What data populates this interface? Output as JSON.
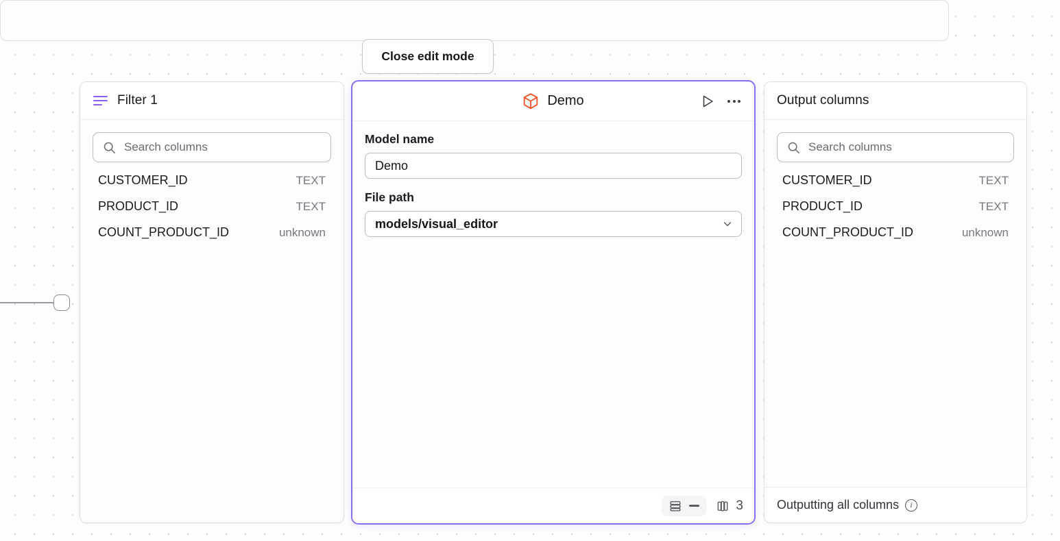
{
  "canvas": {
    "edge": {
      "handle_name": "connection-handle"
    }
  },
  "toolbar": {
    "close_edit_mode_label": "Close edit mode"
  },
  "filter_panel": {
    "title": "Filter 1",
    "icon": "filter-icon",
    "search": {
      "placeholder": "Search columns",
      "value": "",
      "icon": "search-icon"
    },
    "columns": [
      {
        "name": "CUSTOMER_ID",
        "type": "TEXT"
      },
      {
        "name": "PRODUCT_ID",
        "type": "TEXT"
      },
      {
        "name": "COUNT_PRODUCT_ID",
        "type": "unknown"
      }
    ]
  },
  "demo_panel": {
    "title": "Demo",
    "icon": "cube-icon",
    "run_icon": "play-icon",
    "more_icon": "more-options-icon",
    "fields": [
      {
        "label": "Model name",
        "value": "Demo",
        "type": "text"
      },
      {
        "label": "File path",
        "value": "models/visual_editor",
        "type": "select"
      }
    ],
    "footer": {
      "rows_icon": "rows-icon",
      "rows_value": "—",
      "columns_icon": "columns-icon",
      "columns_count": "3"
    }
  },
  "output_panel": {
    "title": "Output columns",
    "search": {
      "placeholder": "Search columns",
      "value": "",
      "icon": "search-icon"
    },
    "columns": [
      {
        "name": "CUSTOMER_ID",
        "type": "TEXT"
      },
      {
        "name": "PRODUCT_ID",
        "type": "TEXT"
      },
      {
        "name": "COUNT_PRODUCT_ID",
        "type": "unknown"
      }
    ],
    "footer_label": "Outputting all columns",
    "footer_info_icon": "info-icon"
  },
  "colors": {
    "accent_purple": "#8271f4",
    "filter_icon_purple": "#8b5cf6",
    "cube_icon_orange": "#f04e23",
    "canvas_bg": "#fdfdfd"
  }
}
